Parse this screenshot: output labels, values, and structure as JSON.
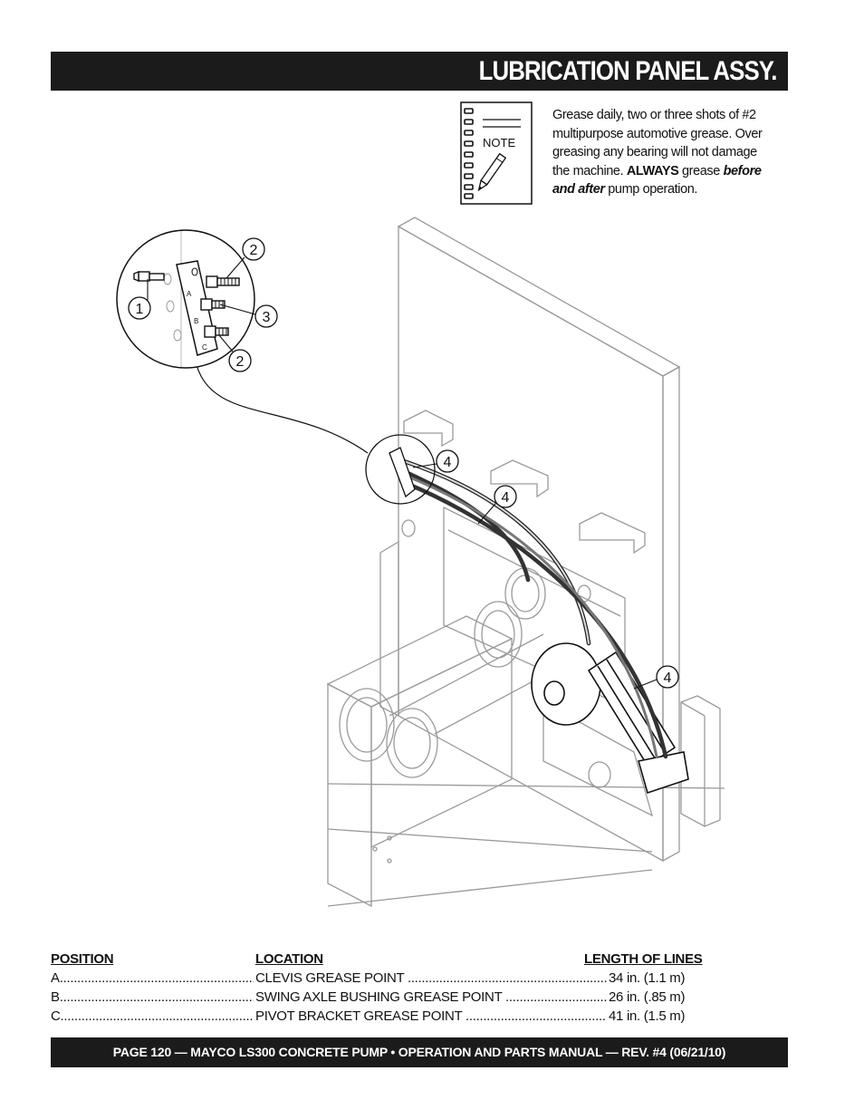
{
  "header": {
    "title": "LUBRICATION PANEL ASSY."
  },
  "note": {
    "icon_label": "NOTE",
    "line1": "Grease daily, two or three shots of #2",
    "line2": "multipurpose automotive grease. Over",
    "line3": "greasing any bearing will not damage",
    "line4_a": "the machine. ",
    "line4_b": "ALWAYS",
    "line4_c": " grease ",
    "line4_d": "before",
    "line5_a": "and after",
    "line5_b": " pump operation."
  },
  "diagram": {
    "callouts": [
      "1",
      "2",
      "3",
      "2",
      "4",
      "4",
      "4"
    ],
    "port_labels": [
      "A",
      "B",
      "C"
    ]
  },
  "table": {
    "headers": {
      "position": "POSITION",
      "location": "LOCATION",
      "length": "LENGTH OF LINES"
    },
    "rows": [
      {
        "position": "A",
        "location": "CLEVIS GREASE POINT",
        "length": "34 in. (1.1 m)"
      },
      {
        "position": "B",
        "location": "SWING AXLE BUSHING GREASE POINT",
        "length": "26 in. (.85 m)"
      },
      {
        "position": "C",
        "location": "PIVOT BRACKET GREASE POINT",
        "length": "41 in. (1.5 m)"
      }
    ]
  },
  "footer": {
    "text": "PAGE 120 — MAYCO LS300 CONCRETE PUMP • OPERATION AND PARTS MANUAL — REV. #4 (06/21/10)"
  }
}
